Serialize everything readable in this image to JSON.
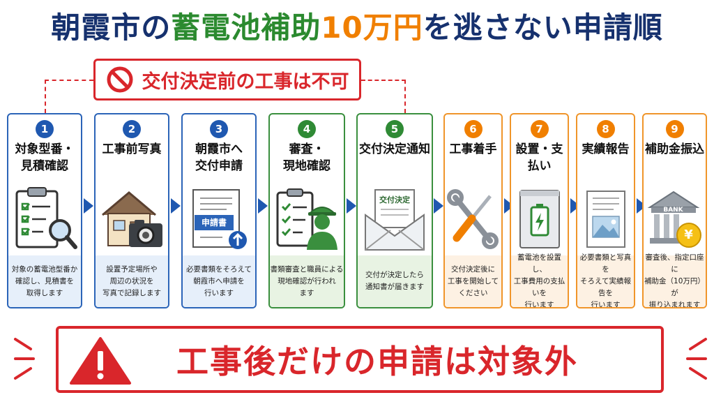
{
  "title": {
    "part1": "朝霞市の",
    "part2": "蓄電池補助",
    "part3": "10万円",
    "part4": "を逃さない申請順"
  },
  "top_warning": "交付決定前の工事は不可",
  "steps": [
    {
      "num": "1",
      "label": [
        "対象型番・",
        "見積確認"
      ],
      "desc": [
        "対象の蓄電池型番か",
        "確認し、見積書を",
        "取得します"
      ],
      "color": "blue",
      "icon": "clipboard-magnifier-icon"
    },
    {
      "num": "2",
      "label": [
        "工事前写真"
      ],
      "desc": [
        "設置予定場所や",
        "周辺の状況を",
        "写真で記録します"
      ],
      "color": "blue",
      "icon": "house-camera-icon"
    },
    {
      "num": "3",
      "label": [
        "朝霞市へ",
        "交付申請"
      ],
      "desc": [
        "必要書類をそろえて",
        "朝霞市へ申請を",
        "行います"
      ],
      "color": "blue",
      "icon": "application-form-icon",
      "icon_text": "申請書"
    },
    {
      "num": "4",
      "label": [
        "審査・",
        "現地確認"
      ],
      "desc": [
        "書類審査と職員による",
        "現地確認が行われ",
        "ます"
      ],
      "color": "green",
      "icon": "inspector-clipboard-icon"
    },
    {
      "num": "5",
      "label": [
        "交付決定通知"
      ],
      "desc": [
        "交付が決定したら",
        "通知書が届きます"
      ],
      "color": "green",
      "icon": "envelope-notice-icon",
      "icon_text": "交付決定"
    },
    {
      "num": "6",
      "label": [
        "工事着手"
      ],
      "desc": [
        "交付決定後に",
        "工事を開始して",
        "ください"
      ],
      "color": "orange",
      "icon": "wrench-screwdriver-icon"
    },
    {
      "num": "7",
      "label": [
        "設置・支払い"
      ],
      "desc": [
        "蓄電池を設置し、",
        "工事費用の支払いを",
        "行います"
      ],
      "color": "orange",
      "icon": "battery-unit-icon"
    },
    {
      "num": "8",
      "label": [
        "実績報告"
      ],
      "desc": [
        "必要書類と写真を",
        "そろえて実績報告を",
        "行います"
      ],
      "color": "orange",
      "icon": "report-document-icon"
    },
    {
      "num": "9",
      "label": [
        "補助金振込"
      ],
      "desc": [
        "審査後、指定口座に",
        "補助金（10万円）が",
        "振り込まれます"
      ],
      "color": "orange",
      "icon": "bank-yen-icon",
      "icon_text": "BANK",
      "icon_text2": "¥"
    }
  ],
  "bottom_warning": "工事後だけの申請は対象外",
  "colors": {
    "navy": "#16316e",
    "green": "#2b8a2f",
    "orange": "#f07f00",
    "red": "#d9262b",
    "blue": "#1f58b0"
  }
}
